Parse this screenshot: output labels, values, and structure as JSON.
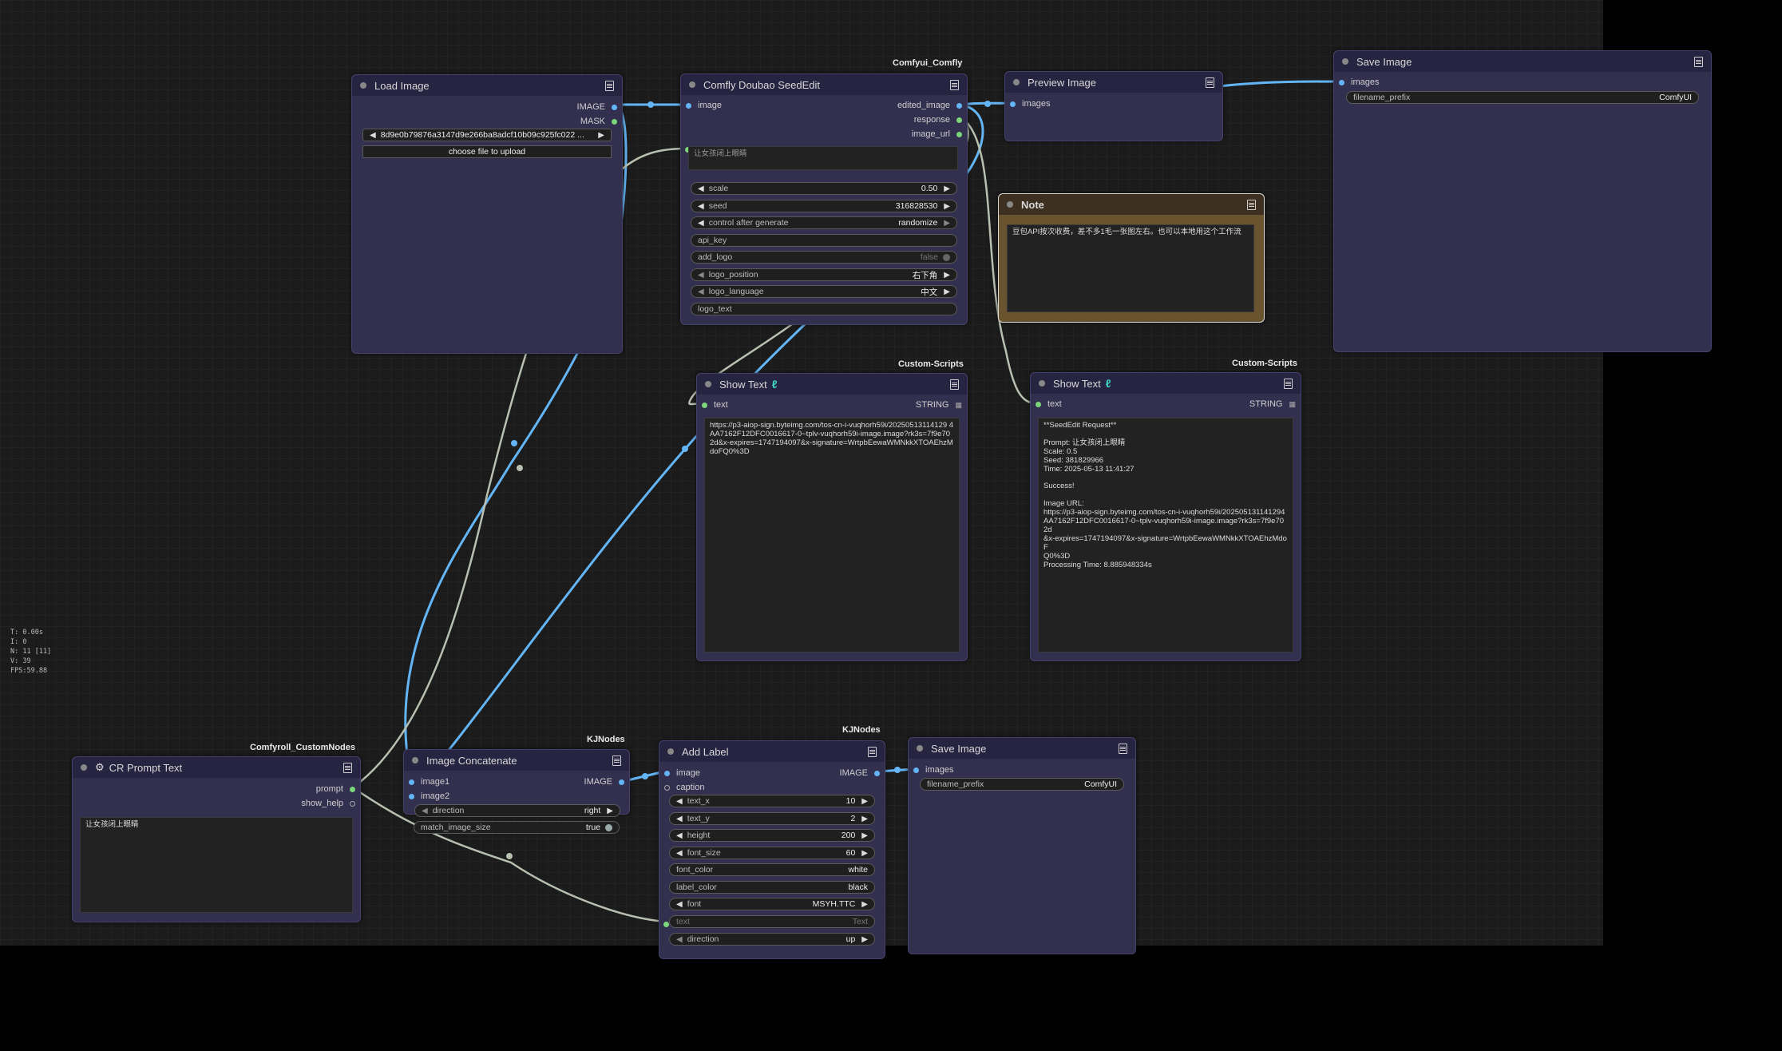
{
  "stats": [
    "T: 0.00s",
    "I: 0",
    "N: 11 [11]",
    "V: 39",
    "FPS:59.88"
  ],
  "load_image": {
    "title": "Load Image",
    "outputs": [
      "IMAGE",
      "MASK"
    ],
    "image_value": "8d9e0b79876a3147d9e266ba8adcf10b09c925fc022 ...",
    "upload_label": "choose file to upload"
  },
  "seededit": {
    "source": "Comfyui_Comfly",
    "title": "Comfly Doubao SeedEdit",
    "input": "image",
    "outputs": [
      "edited_image",
      "response",
      "image_url"
    ],
    "prompt": "让女孩闭上眼睛",
    "widgets": [
      {
        "label": "scale",
        "value": "0.50"
      },
      {
        "label": "seed",
        "value": "316828530"
      },
      {
        "label": "control after generate",
        "value": "randomize"
      },
      {
        "label": "api_key",
        "value": ""
      },
      {
        "label": "add_logo",
        "value": "false"
      },
      {
        "label": "logo_position",
        "value": "右下角"
      },
      {
        "label": "logo_language",
        "value": "中文"
      },
      {
        "label": "logo_text",
        "value": ""
      }
    ]
  },
  "preview_image": {
    "title": "Preview Image",
    "input": "images"
  },
  "save_image_top": {
    "title": "Save Image",
    "input": "images",
    "filename_label": "filename_prefix",
    "filename_value": "ComfyUI"
  },
  "note": {
    "title": "Note",
    "text": "豆包API按次收费，差不多1毛一张图左右。也可以本地用这个工作流"
  },
  "show_text_1": {
    "source": "Custom-Scripts",
    "title": "Show Text",
    "input": "text",
    "output": "STRING",
    "text": "https://p3-aiop-sign.byteimg.com/tos-cn-i-vuqhorh59i/20250513114129 4AA7162F12DFC0016617-0~tplv-vuqhorh59i-image.image?rk3s=7f9e702d&x-expires=1747194097&x-signature=WrtpbEewaWMNkkXTOAEhzMdoFQ0%3D"
  },
  "show_text_2": {
    "source": "Custom-Scripts",
    "title": "Show Text",
    "input": "text",
    "output": "STRING",
    "text": "**SeedEdit Request**\n\nPrompt: 让女孩闭上眼睛\nScale: 0.5\nSeed: 381829966\nTime: 2025-05-13 11:41:27\n\nSuccess!\n\nImage URL:\nhttps://p3-aiop-sign.byteimg.com/tos-cn-i-vuqhorh59i/202505131141294\nAA7162F12DFC0016617-0~tplv-vuqhorh59i-image.image?rk3s=7f9e702d\n&x-expires=1747194097&x-signature=WrtpbEewaWMNkkXTOAEhzMdoF\nQ0%3D\nProcessing Time: 8.885948334s"
  },
  "cr_prompt": {
    "source": "Comfyroll_CustomNodes",
    "title": "CR Prompt Text",
    "outputs": [
      "prompt",
      "show_help"
    ],
    "text": "让女孩闭上眼睛"
  },
  "concat": {
    "source": "KJNodes",
    "title": "Image Concatenate",
    "inputs": [
      "image1",
      "image2"
    ],
    "output": "IMAGE",
    "widgets": [
      {
        "label": "direction",
        "value": "right"
      },
      {
        "label": "match_image_size",
        "value": "true"
      }
    ]
  },
  "add_label": {
    "source": "KJNodes",
    "title": "Add Label",
    "inputs": [
      "image",
      "caption"
    ],
    "output": "IMAGE",
    "widgets": [
      {
        "label": "text_x",
        "value": "10"
      },
      {
        "label": "text_y",
        "value": "2"
      },
      {
        "label": "height",
        "value": "200"
      },
      {
        "label": "font_size",
        "value": "60"
      },
      {
        "label": "font_color",
        "value": "white"
      },
      {
        "label": "label_color",
        "value": "black"
      },
      {
        "label": "font",
        "value": "MSYH.TTC"
      },
      {
        "label": "text",
        "value": "Text"
      },
      {
        "label": "direction",
        "value": "up"
      }
    ]
  },
  "save_image_bottom": {
    "title": "Save Image",
    "input": "images",
    "filename_label": "filename_prefix",
    "filename_value": "ComfyUI"
  }
}
